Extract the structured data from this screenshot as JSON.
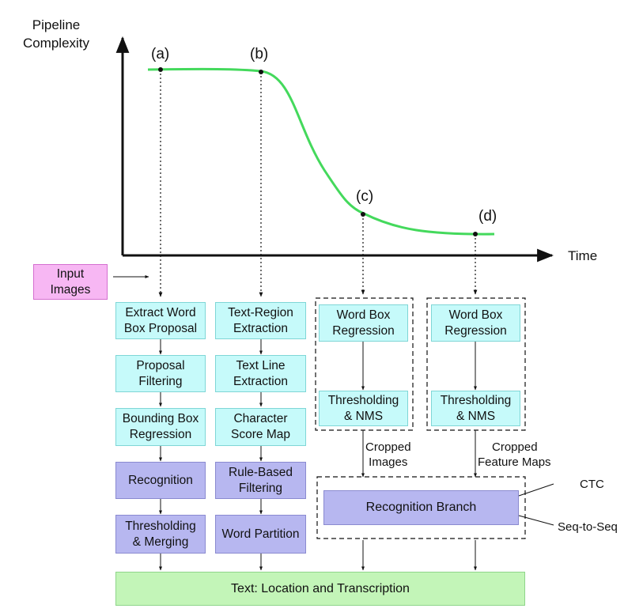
{
  "axes": {
    "y_label_line1": "Pipeline",
    "y_label_line2": "Complexity",
    "x_label": "Time"
  },
  "points": {
    "a": "(a)",
    "b": "(b)",
    "c": "(c)",
    "d": "(d)"
  },
  "input": {
    "line1": "Input",
    "line2": "Images"
  },
  "col_a": {
    "s1": [
      "Extract Word",
      "Box Proposal"
    ],
    "s2": [
      "Proposal",
      "Filtering"
    ],
    "s3": [
      "Bounding Box",
      "Regression"
    ],
    "s4": [
      "Recognition"
    ],
    "s5": [
      "Thresholding",
      "& Merging"
    ]
  },
  "col_b": {
    "s1": [
      "Text-Region",
      "Extraction"
    ],
    "s2": [
      "Text Line",
      "Extraction"
    ],
    "s3": [
      "Character",
      "Score Map"
    ],
    "s4": [
      "Rule-Based",
      "Filtering"
    ],
    "s5": [
      "Word Partition"
    ]
  },
  "col_c": {
    "s1": [
      "Word Box",
      "Regression"
    ],
    "s2": [
      "Thresholding",
      "& NMS"
    ],
    "arrow_label": [
      "Cropped",
      "Images"
    ]
  },
  "col_d": {
    "s1": [
      "Word Box",
      "Regression"
    ],
    "s2": [
      "Thresholding",
      "& NMS"
    ],
    "arrow_label": [
      "Cropped",
      "Feature Maps"
    ]
  },
  "recognition_branch": "Recognition Branch",
  "ctc": "CTC",
  "seq2seq": "Seq-to-Seq",
  "output": "Text: Location and Transcription",
  "colors": {
    "curve": "#44d95c",
    "cyan": "#c6fafa",
    "purple": "#b7b7f0",
    "green": "#c3f5b8",
    "pink": "#f7b7f3"
  }
}
